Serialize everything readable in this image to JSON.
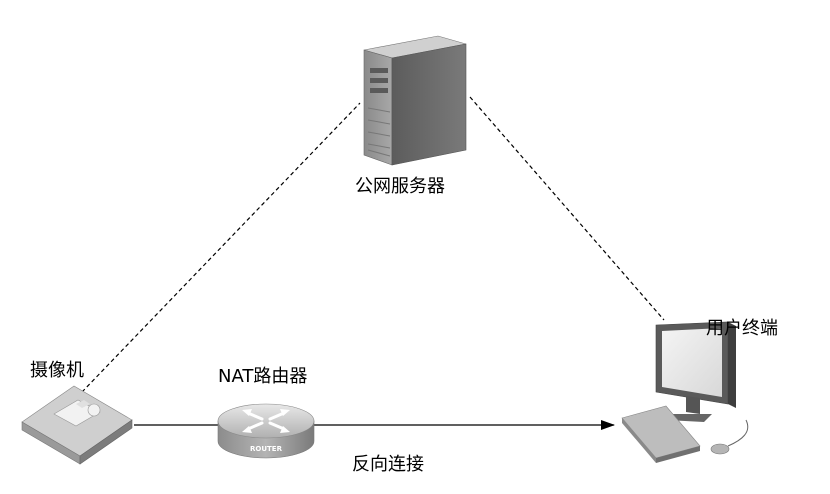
{
  "nodes": {
    "server": {
      "label": "公网服务器",
      "icon": "server-tower-icon"
    },
    "camera": {
      "label": "摄像机",
      "icon": "camera-device-icon"
    },
    "router": {
      "label": "NAT路由器",
      "icon": "router-icon",
      "icon_text": "ROUTER"
    },
    "terminal": {
      "label": "用户终端",
      "icon": "desktop-computer-icon"
    }
  },
  "edges": {
    "reverse_connection": {
      "label": "反向连接",
      "style": "solid-arrow"
    },
    "camera_server": {
      "style": "dashed"
    },
    "server_terminal": {
      "style": "dashed"
    }
  },
  "colors": {
    "device_gray": "#b8b8b8",
    "device_dark": "#6e6e6e",
    "line": "#000000"
  }
}
